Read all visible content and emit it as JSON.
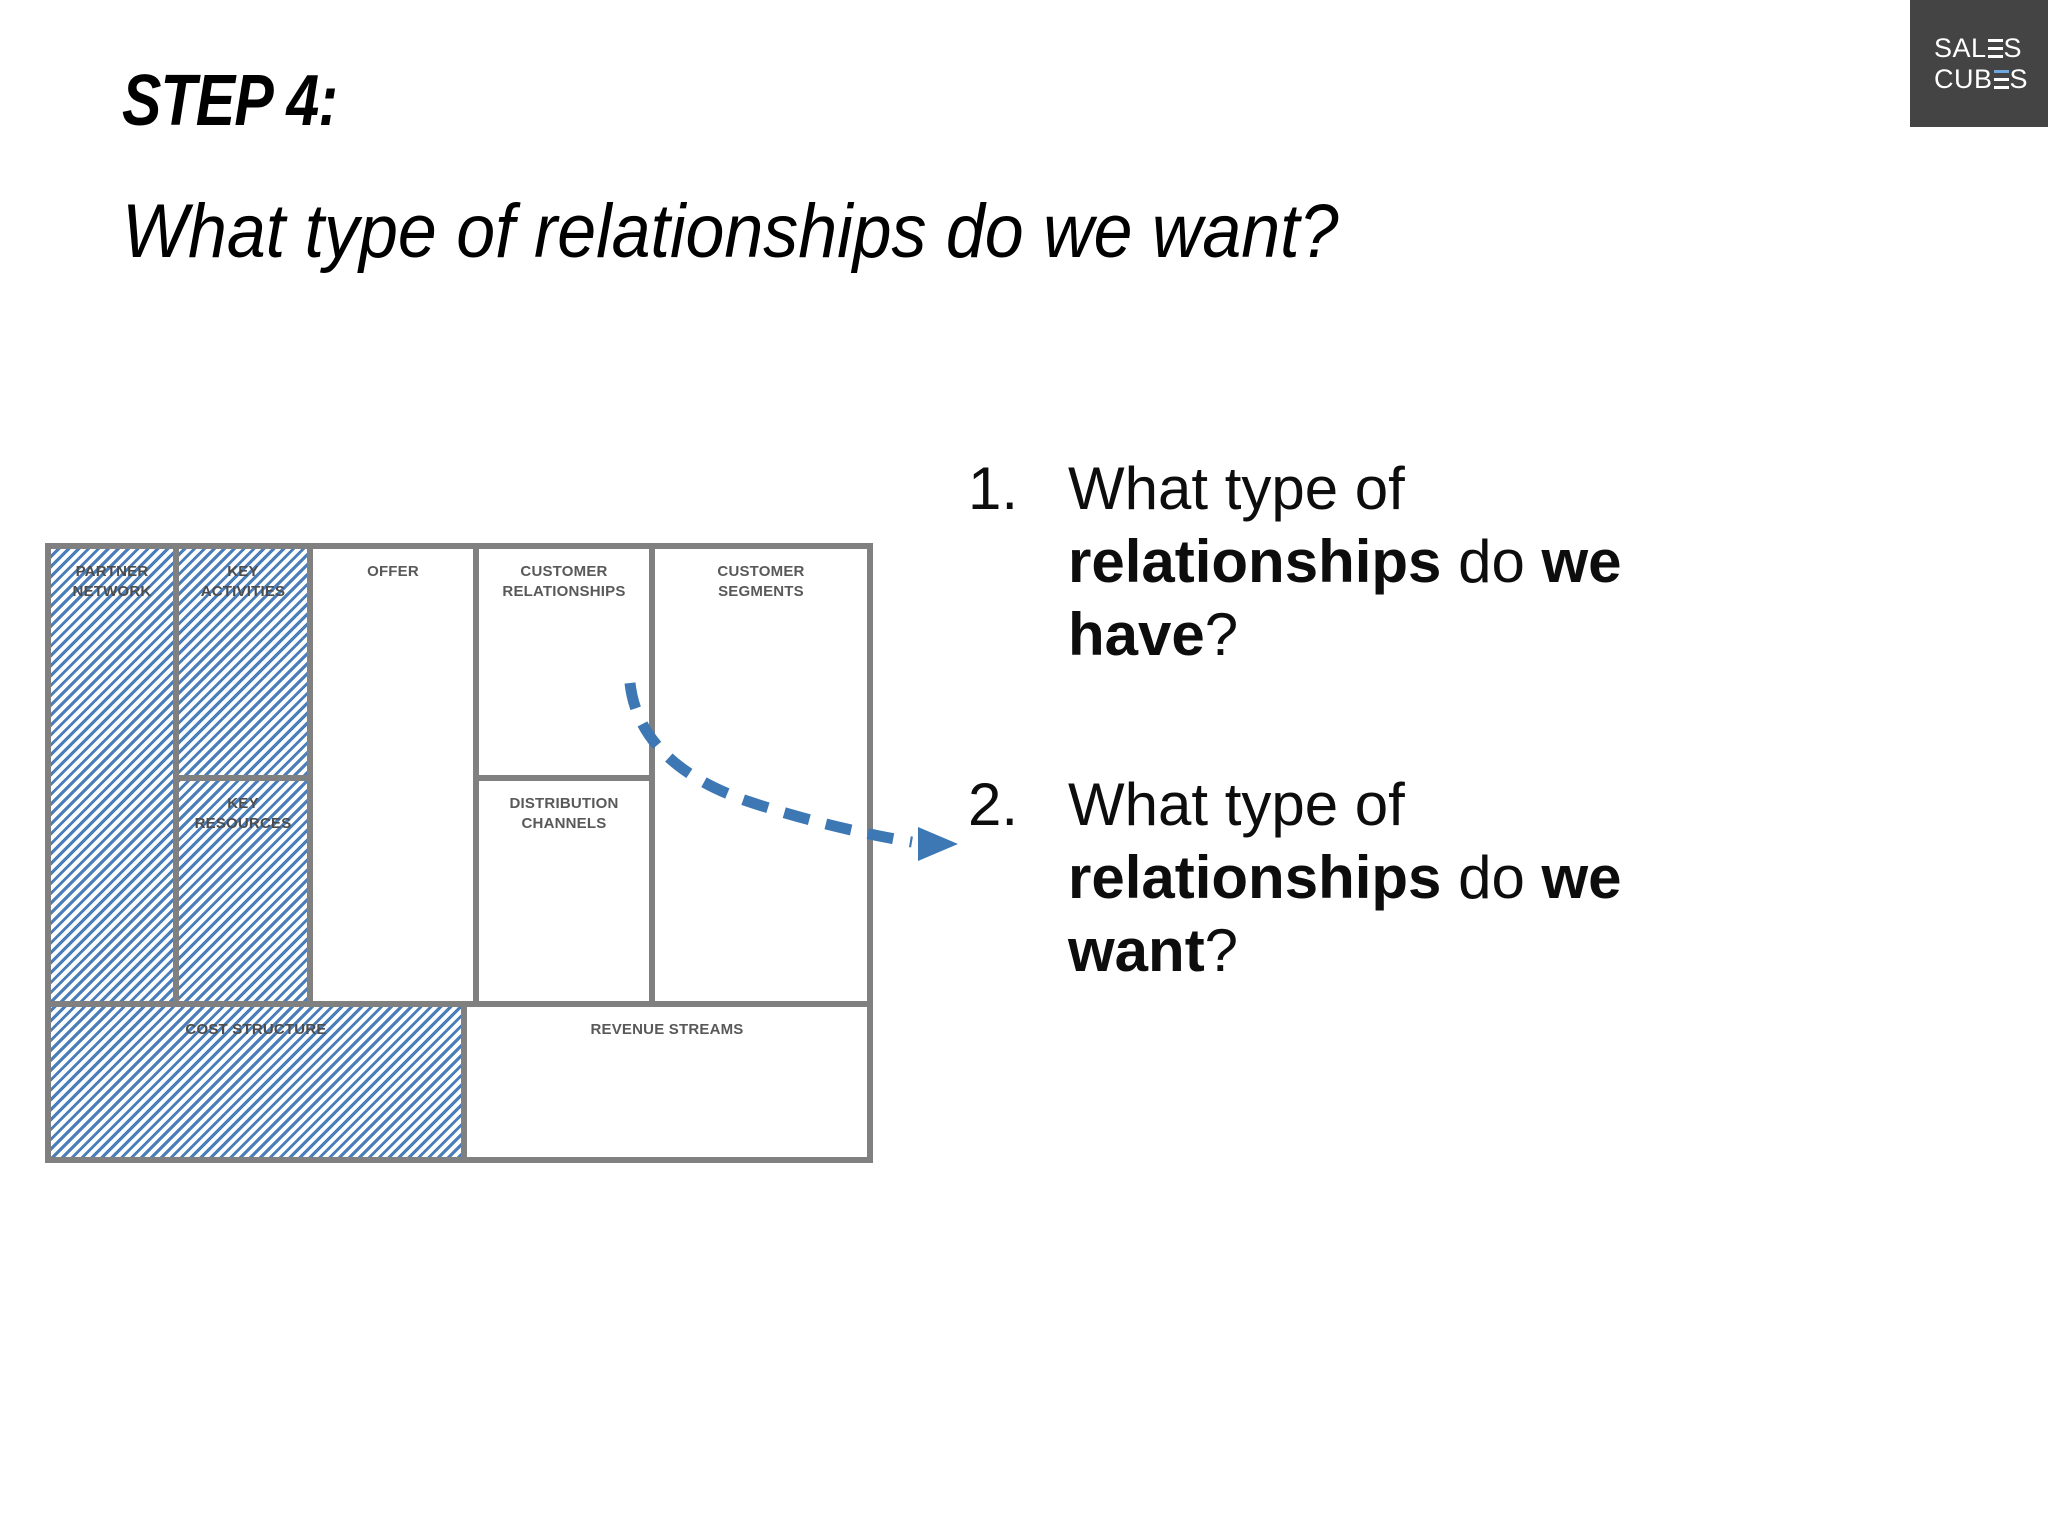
{
  "logo": {
    "line1": "SAL",
    "line1_suffix": "S",
    "line2": "CUB",
    "line2_suffix": "S",
    "name": "SALES CUBES",
    "bg_color": "#444444",
    "accent_color": "#6fa8dc"
  },
  "heading": {
    "step_label": "STEP 4:",
    "subtitle": "What type of relationships do we want?"
  },
  "canvas": {
    "title": "Business Model Canvas",
    "hatch_color": "#4a7ebb",
    "border_color": "#808080",
    "cells": [
      {
        "id": "partner-network",
        "label": "PARTNER\nNETWORK",
        "label_line1": "PARTNER",
        "label_line2": "NETWORK",
        "hatched": true
      },
      {
        "id": "key-activities",
        "label": "KEY\nACTIVITIES",
        "label_line1": "KEY",
        "label_line2": "ACTIVITIES",
        "hatched": true
      },
      {
        "id": "key-resources",
        "label": "KEY\nRESOURCES",
        "label_line1": "KEY",
        "label_line2": "RESOURCES",
        "hatched": true
      },
      {
        "id": "offer",
        "label": "OFFER",
        "label_line1": "OFFER",
        "label_line2": "",
        "hatched": false
      },
      {
        "id": "customer-relationships",
        "label": "CUSTOMER\nRELATIONSHIPS",
        "label_line1": "CUSTOMER",
        "label_line2": "RELATIONSHIPS",
        "hatched": false
      },
      {
        "id": "distribution-channels",
        "label": "DISTRIBUTION\nCHANNELS",
        "label_line1": "DISTRIBUTION",
        "label_line2": "CHANNELS",
        "hatched": false
      },
      {
        "id": "customer-segments",
        "label": "CUSTOMER\nSEGMENTS",
        "label_line1": "CUSTOMER",
        "label_line2": "SEGMENTS",
        "hatched": false
      },
      {
        "id": "cost-structure",
        "label": "COST STRUCTURE",
        "label_line1": "COST STRUCTURE",
        "label_line2": "",
        "hatched": true
      },
      {
        "id": "revenue-streams",
        "label": "REVENUE STREAMS",
        "label_line1": "REVENUE STREAMS",
        "label_line2": "",
        "hatched": false
      }
    ]
  },
  "arrow": {
    "name": "dashed-curved-arrow",
    "color": "#3d78b4",
    "style": "dashed",
    "direction": "right",
    "from": "customer-relationships",
    "to": "question-2"
  },
  "questions": [
    {
      "number": "1.",
      "part1": "What type of ",
      "bold1": "relationships",
      "part2": " do ",
      "bold2": "we have",
      "part3": "?"
    },
    {
      "number": "2.",
      "part1": "What type of ",
      "bold1": "relationships",
      "part2": " do ",
      "bold2": "we want",
      "part3": "?"
    }
  ]
}
